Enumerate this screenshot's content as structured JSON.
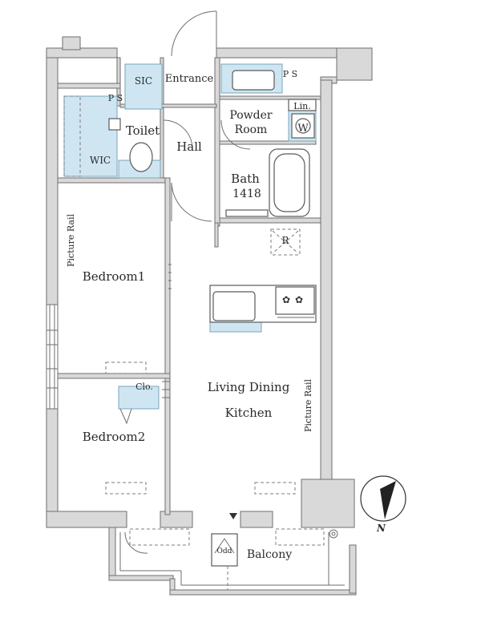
{
  "rooms": {
    "sic": "SIC",
    "entrance": "Entrance",
    "ps_top": "P S",
    "ps_left": "P S",
    "powder_room_1": "Powder",
    "powder_room_2": "Room",
    "lin": "Lin.",
    "w": "W",
    "toilet": "Toilet",
    "hall": "Hall",
    "wic": "WIC",
    "bath": "Bath",
    "bath_size": "1418",
    "r": "R",
    "bedroom1": "Bedroom1",
    "bedroom2": "Bedroom2",
    "clo": "Clo.",
    "ldk_1": "Living Dining",
    "ldk_2": "Kitchen",
    "balcony": "Balcony",
    "odd": "Odd"
  },
  "rails": {
    "left": "Picture Rail",
    "right": "Picture Rail"
  },
  "compass": {
    "north": "N"
  },
  "colors": {
    "wall": "#d9d9d9",
    "wet_area": "#cfe6f2",
    "line": "#6e6e6e"
  }
}
